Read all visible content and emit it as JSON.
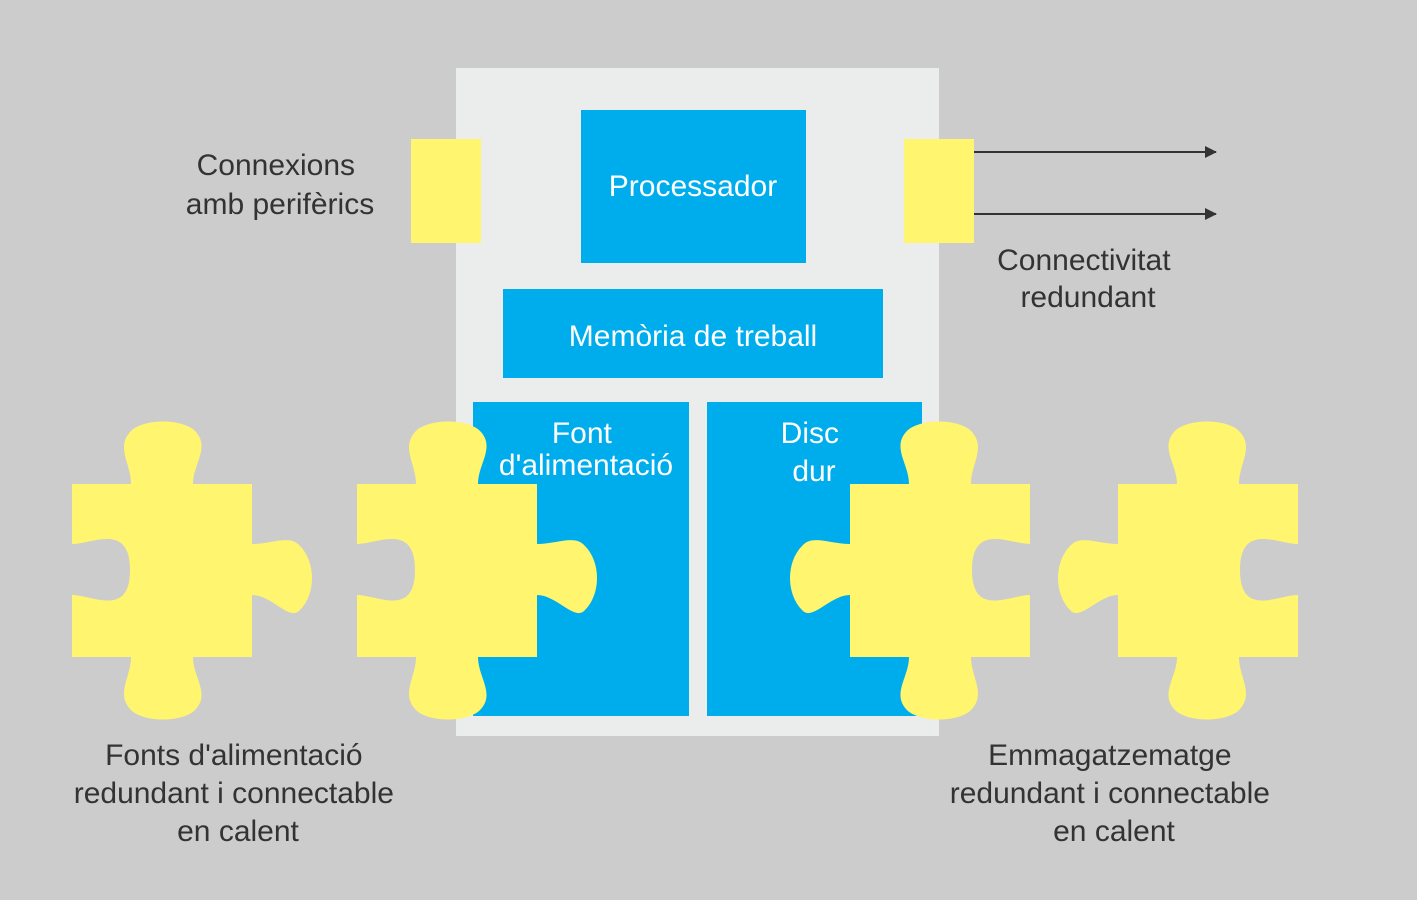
{
  "colors": {
    "background": "#cccccc",
    "server_panel": "#ebecec",
    "component_blue": "#00adec",
    "puzzle_yellow": "#fff56f",
    "label_text": "#333333",
    "component_text": "#ffffff",
    "arrow": "#333333"
  },
  "server": {
    "processor": "Processador",
    "memory": "Memòria de treball",
    "power_supply": {
      "line1": "Font",
      "line2": "d'alimentació"
    },
    "hard_disk": {
      "line1": "Disc",
      "line2": "dur"
    }
  },
  "labels": {
    "peripheral_connections": {
      "line1": "Connexions",
      "line2": "amb perifèrics"
    },
    "redundant_connectivity": {
      "line1": "Connectivitat",
      "line2": "redundant"
    },
    "redundant_power": {
      "line1": "Fonts d'alimentació",
      "line2": "redundant i connectable",
      "line3": "en calent"
    },
    "redundant_storage": {
      "line1": "Emmagatzematge",
      "line2": "redundant i connectable",
      "line3": "en calent"
    }
  }
}
